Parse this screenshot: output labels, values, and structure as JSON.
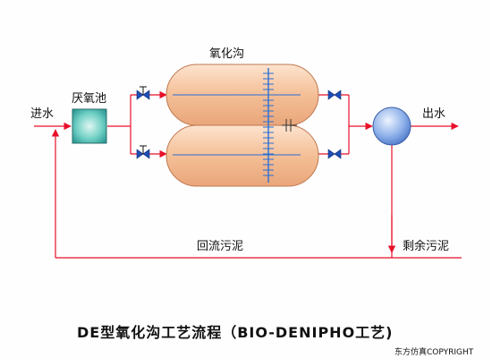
{
  "diagram": {
    "labels": {
      "inflow": "进水",
      "anaerobic_tank": "厌氧池",
      "oxidation_ditch": "氧化沟",
      "outflow": "出水",
      "return_sludge": "回流污泥",
      "excess_sludge": "剩余污泥"
    },
    "title": "DE型氧化沟工艺流程（BIO-DENIPHO工艺)",
    "watermark": "东方仿真COPYRIGHT",
    "colors": {
      "flow_line": "#e8102a",
      "valve": "#1f4fb4",
      "ditch_fill": "#f4bf96",
      "ditch_stroke": "#c07850",
      "ditch_inner_line": "#2a6fd6",
      "tank_fill": "#48b9b2",
      "clarifier_fill": "#7ea6e6"
    }
  }
}
